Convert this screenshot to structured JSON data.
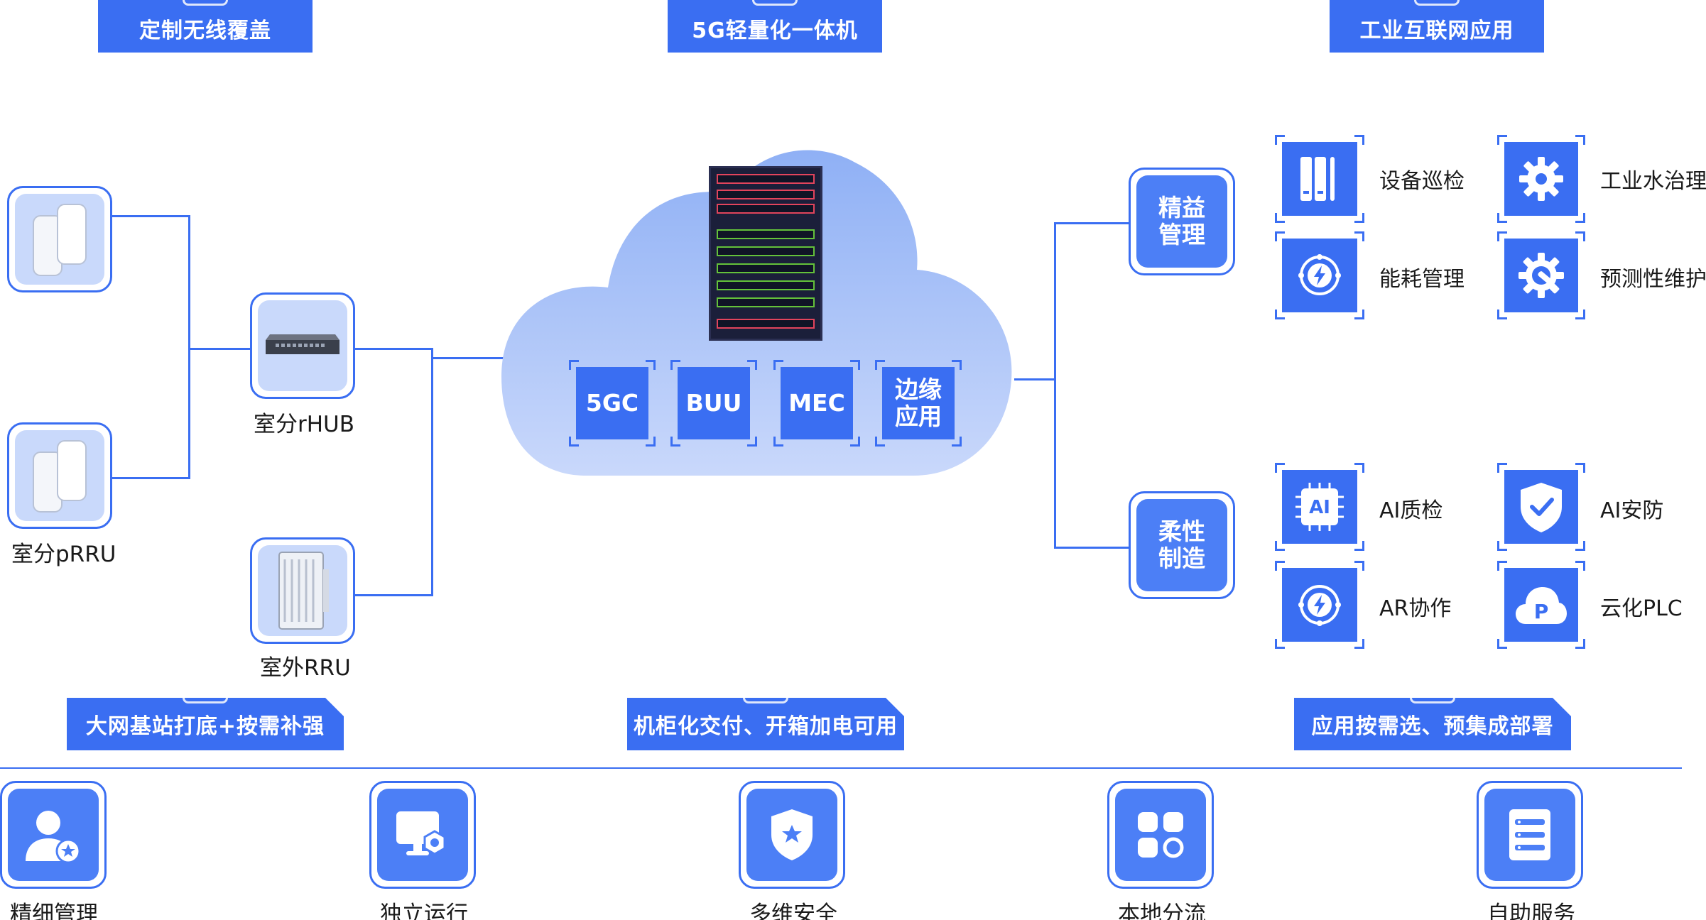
{
  "tags": {
    "top_left": "定制无线覆盖",
    "top_center": "5G轻量化一体机",
    "top_right": "工业互联网应用",
    "mid_left": "大网基站打底+按需补强",
    "mid_center": "机柜化交付、开箱加电可用",
    "mid_right": "应用按需选、预集成部署"
  },
  "devices": {
    "prru_label": "室分pRRU",
    "rhub_label": "室分rHUB",
    "rru_label": "室外RRU"
  },
  "cloud_modules": [
    "5GC",
    "BUU",
    "MEC",
    "边缘应用"
  ],
  "groups": {
    "fine_mgmt": "精益管理",
    "flex_mfg": "柔性制造"
  },
  "apps": {
    "inspection": "设备巡检",
    "water": "工业水治理",
    "energy": "能耗管理",
    "maintenance": "预测性维护",
    "ai_qc": "AI质检",
    "ai_security": "AI安防",
    "ar": "AR协作",
    "plc": "云化PLC"
  },
  "features": [
    "精细管理",
    "独立运行",
    "多维安全",
    "本地分流",
    "自助服务"
  ],
  "colors": {
    "primary": "#3a6ef2",
    "cloud": "#a9c1f7"
  },
  "icons": {
    "inspection": "server-rack-icon",
    "water": "gear-icon",
    "energy": "energy-bolt-icon",
    "maintenance": "gear-wrench-icon",
    "ai_qc": "ai-chip-icon",
    "ai_security": "shield-check-icon",
    "ar": "ar-bolt-icon",
    "plc": "cloud-p-icon"
  }
}
